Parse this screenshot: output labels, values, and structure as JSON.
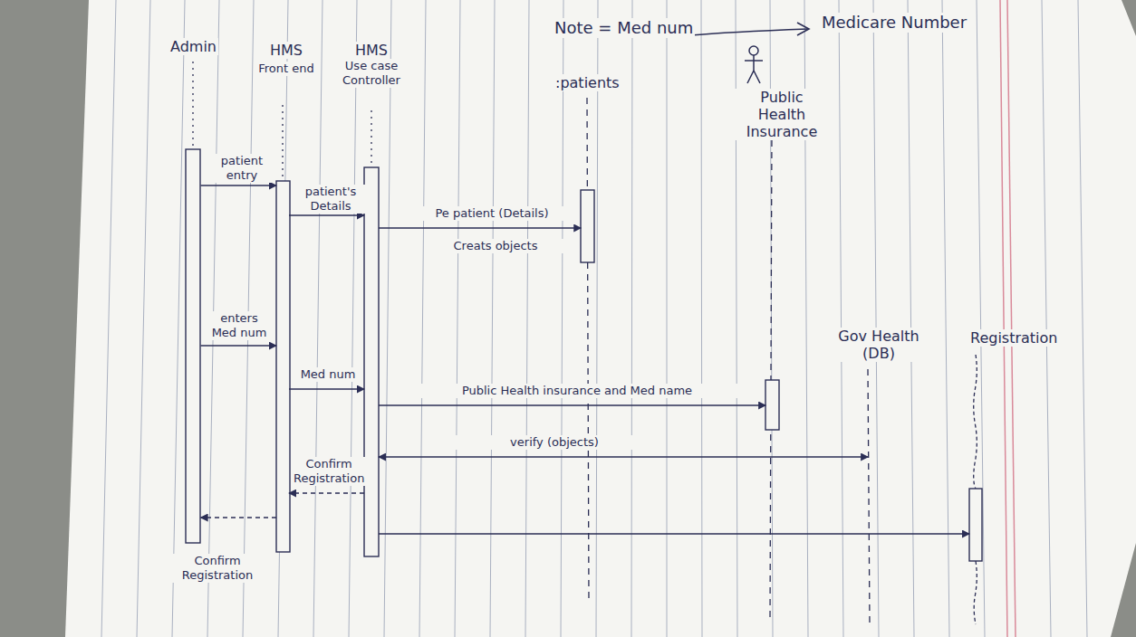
{
  "diagram": {
    "nodes": [
      {
        "text": [
          "Admin"
        ]
      },
      {
        "text": [
          "HMS",
          "Front end"
        ]
      },
      {
        "text": [
          "HMS",
          "Use case Controller"
        ]
      },
      {
        "text": [
          ":patients"
        ]
      },
      {
        "text": [
          "Public Health Insurance"
        ]
      },
      {
        "text": [
          "Gov Health (DB)"
        ]
      },
      {
        "text": [
          "Registration"
        ]
      }
    ],
    "edges": [
      {
        "from": 0,
        "to": 1,
        "arrow": "to",
        "label": "patient entry"
      },
      {
        "from": 1,
        "to": 2,
        "arrow": "to",
        "label": "patient's Details"
      },
      {
        "from": 2,
        "to": 3,
        "arrow": "to",
        "label": "Pe patient (Details)"
      },
      {
        "from": 0,
        "to": 1,
        "arrow": "to",
        "label": "enters Med num"
      },
      {
        "from": 1,
        "to": 2,
        "arrow": "to",
        "label": "Med num"
      },
      {
        "from": 2,
        "to": 4,
        "arrow": "to",
        "label": "Public Health insurance and Med name"
      },
      {
        "from": 2,
        "to": 5,
        "arrow": "both",
        "label": "verify (objects)"
      },
      {
        "from": 2,
        "to": 1,
        "arrow": "to",
        "label": "Confirm Registration"
      },
      {
        "from": 1,
        "to": 0,
        "arrow": "to",
        "label": "Confirm Registration"
      },
      {
        "from": 2,
        "to": 6,
        "arrow": "to"
      }
    ],
    "labels": [
      "Note = Med num",
      "Medicare Number",
      "Creats objects"
    ]
  }
}
